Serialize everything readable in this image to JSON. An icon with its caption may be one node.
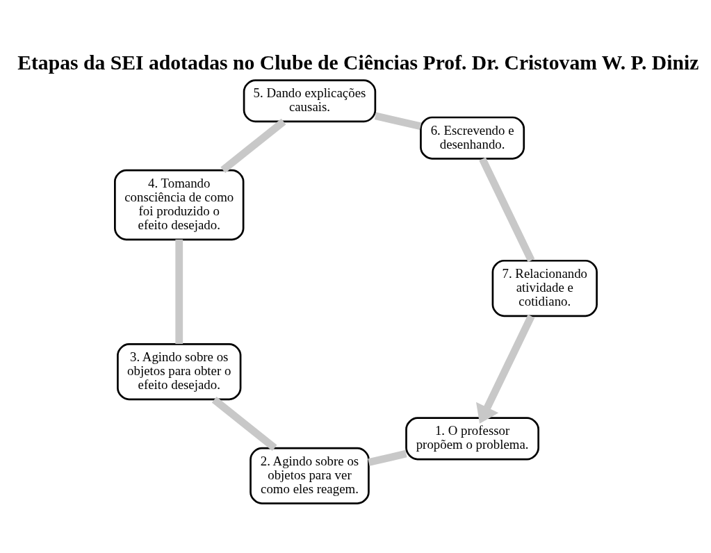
{
  "diagram": {
    "title": "Etapas da SEI adotadas no Clube de Ciências Prof. Dr. Cristovam W. P. Diniz",
    "nodes": [
      {
        "text": [
          "1. O professor propõem o problema."
        ]
      },
      {
        "text": [
          "2. Agindo sobre os objetos para ver como eles reagem."
        ]
      },
      {
        "text": [
          "3. Agindo sobre os objetos para obter o efeito desejado."
        ]
      },
      {
        "text": [
          "4. Tomando consciência de como foi produzido o efeito desejado."
        ]
      },
      {
        "text": [
          "5. Dando explicações causais."
        ]
      },
      {
        "text": [
          "6. Escrevendo e desenhando."
        ]
      },
      {
        "text": [
          "7. Relacionando atividade e cotidiano."
        ]
      }
    ],
    "edges": [
      {
        "from": 0,
        "to": 1,
        "arrow": "none"
      },
      {
        "from": 1,
        "to": 2,
        "arrow": "none"
      },
      {
        "from": 2,
        "to": 3,
        "arrow": "none"
      },
      {
        "from": 3,
        "to": 4,
        "arrow": "none"
      },
      {
        "from": 4,
        "to": 5,
        "arrow": "none"
      },
      {
        "from": 5,
        "to": 6,
        "arrow": "none"
      },
      {
        "from": 6,
        "to": 0,
        "arrow": "to"
      }
    ]
  }
}
